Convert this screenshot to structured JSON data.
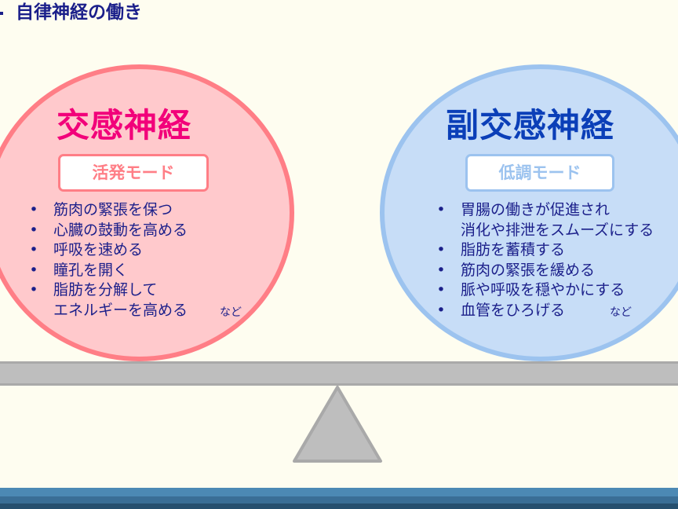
{
  "page": {
    "title": "自律神経の働き"
  },
  "sympathetic": {
    "heading": "交感神経",
    "mode": "活発モード",
    "items": [
      [
        "筋肉の緊張を保つ"
      ],
      [
        "心臓の鼓動を高める"
      ],
      [
        "呼吸を速める"
      ],
      [
        "瞳孔を開く"
      ],
      [
        "脂肪を分解して",
        "エネルギーを高める"
      ]
    ],
    "etc": "など"
  },
  "parasympathetic": {
    "heading": "副交感神経",
    "mode": "低調モード",
    "items": [
      [
        "胃腸の働きが促進され",
        "消化や排泄をスムーズにする"
      ],
      [
        "脂肪を蓄積する"
      ],
      [
        "筋肉の緊張を緩める"
      ],
      [
        "脈や呼吸を穏やかにする"
      ],
      [
        "血管をひろげる"
      ]
    ],
    "etc": "など"
  },
  "colors": {
    "sympathetic_fill": "#FFC9CC",
    "sympathetic_border": "#FF7E86",
    "sympathetic_heading": "#F2007A",
    "parasympathetic_fill": "#C7DDF7",
    "parasympathetic_border": "#9CC3EF",
    "parasympathetic_heading": "#0B3FB8",
    "text": "#1B1F8A",
    "scale": "#BEBEBE"
  }
}
